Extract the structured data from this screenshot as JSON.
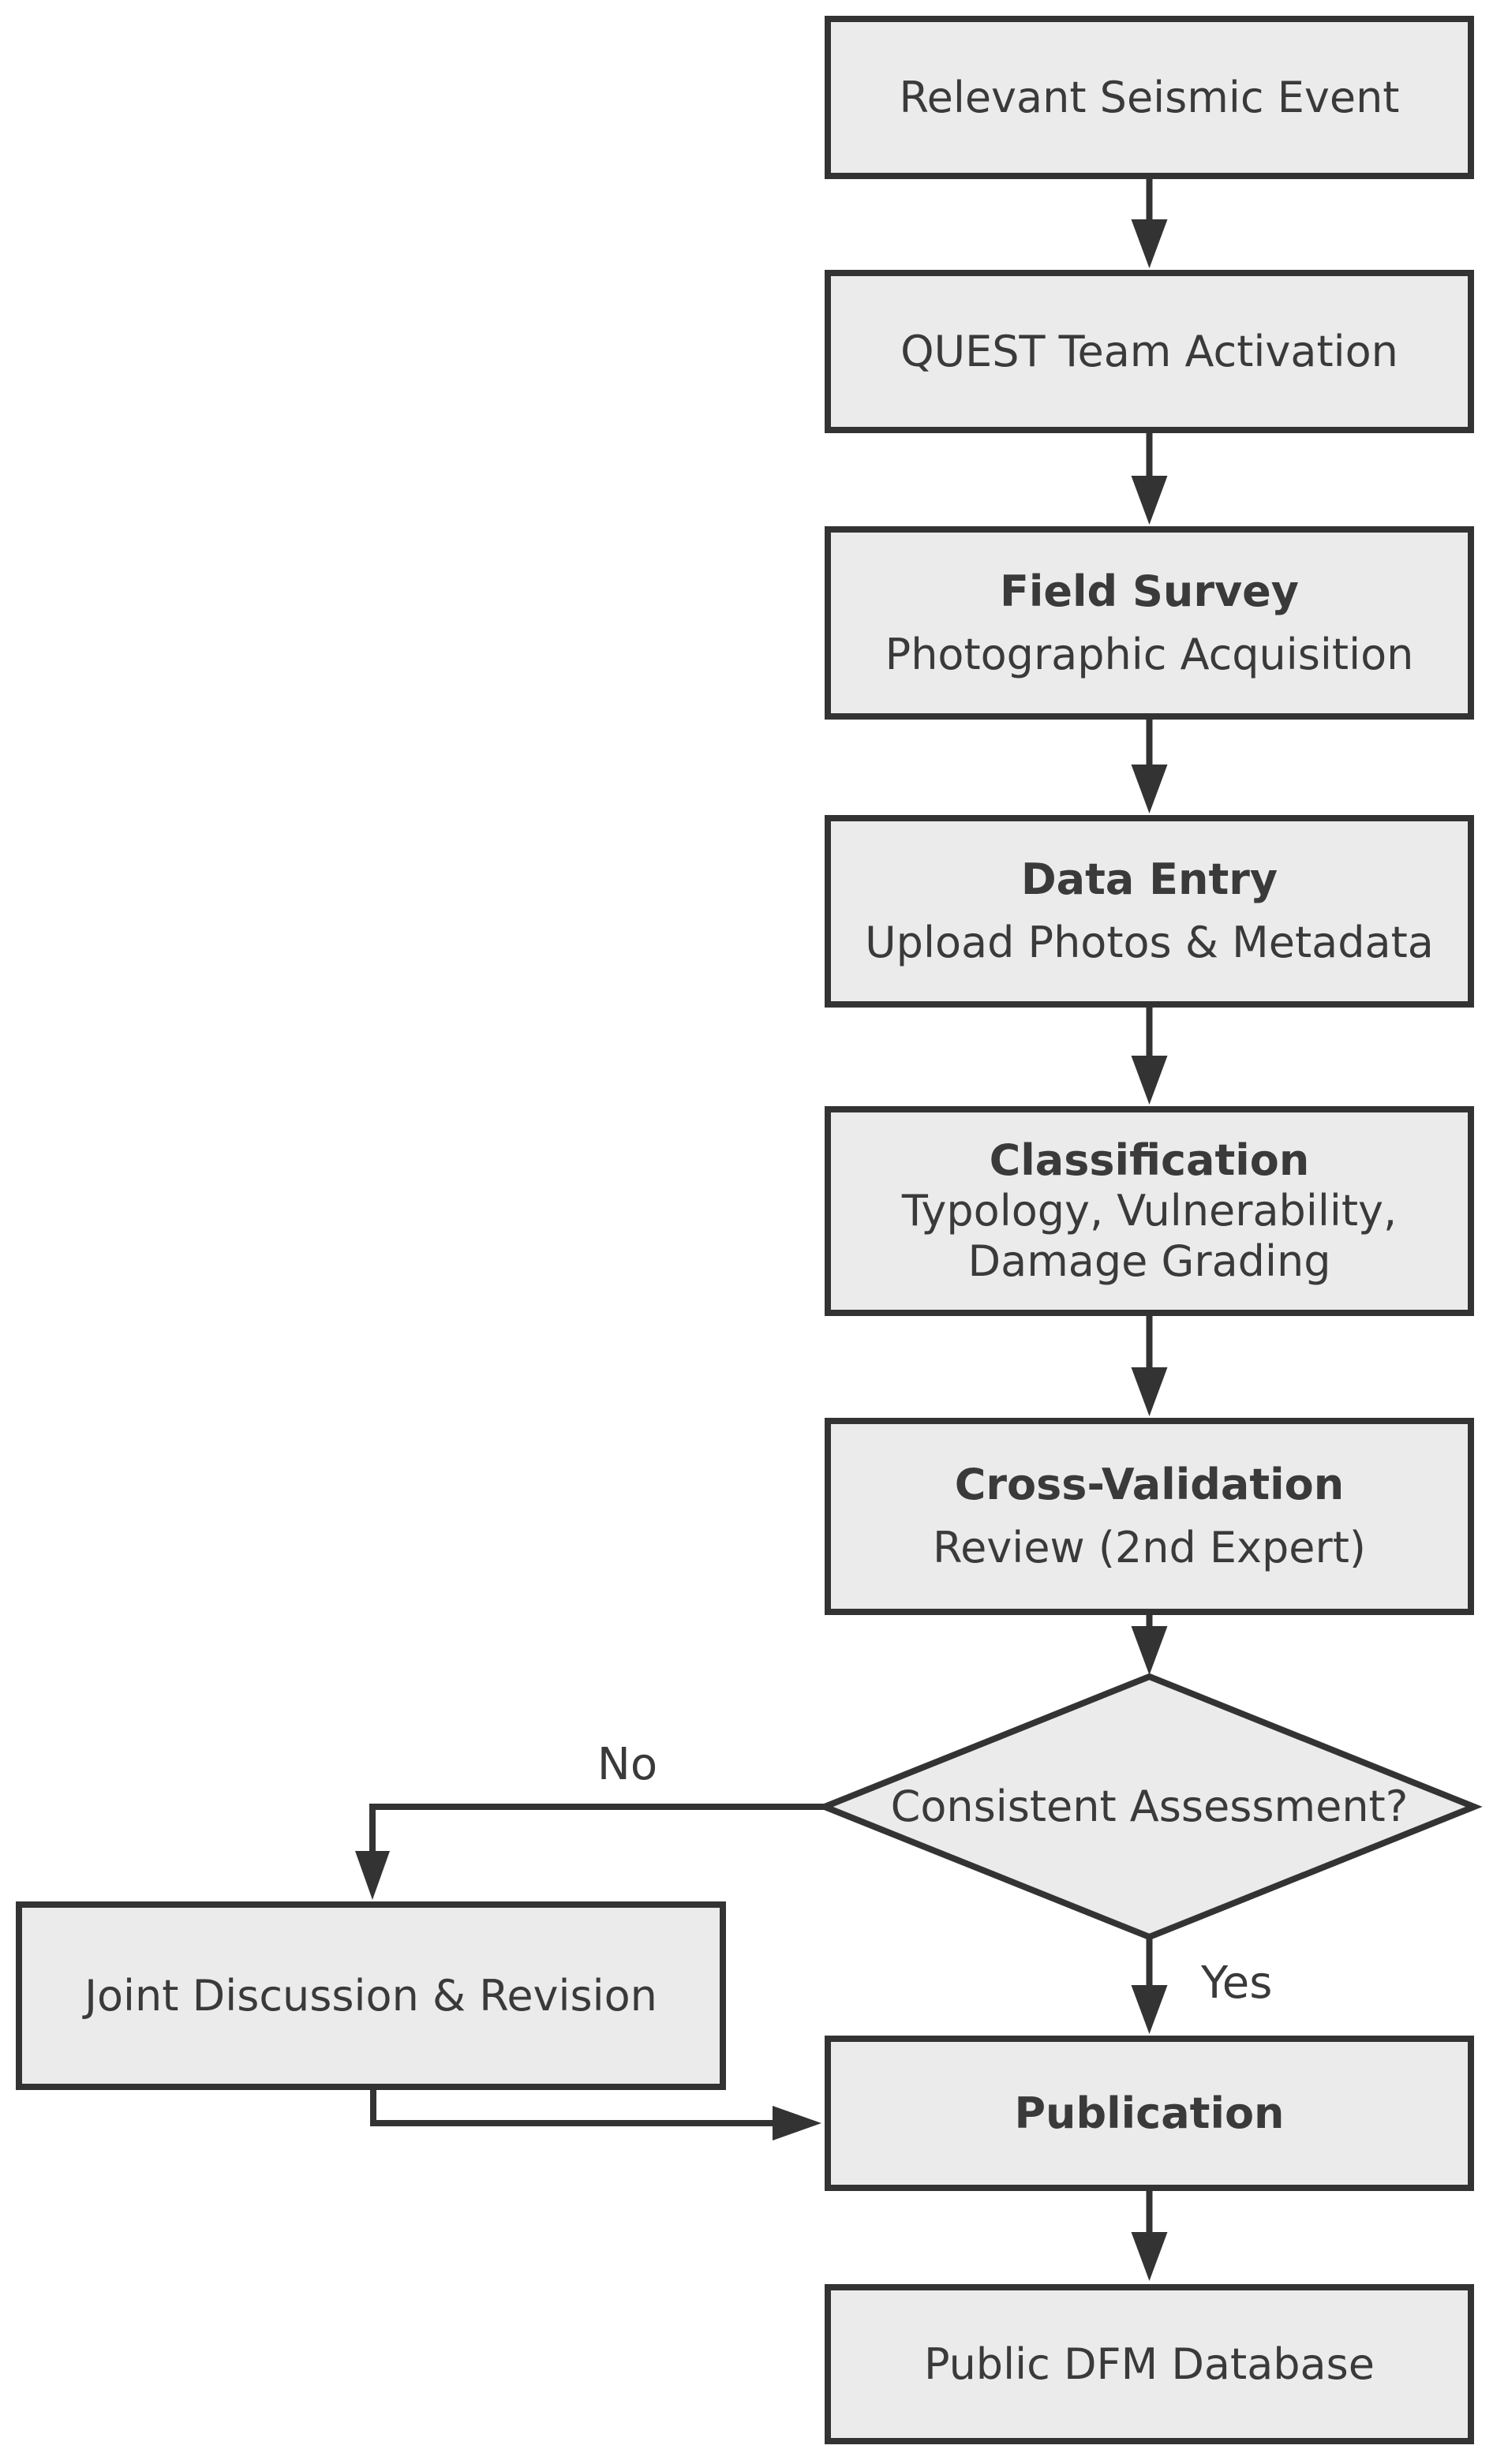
{
  "diagram_type": "flowchart",
  "nodes": {
    "seismic_event": {
      "label": "Relevant Seismic Event"
    },
    "quest_activation": {
      "label": "QUEST Team Activation"
    },
    "field_survey": {
      "title": "Field Survey",
      "subtitle": "Photographic Acquisition"
    },
    "data_entry": {
      "title": "Data Entry",
      "subtitle": "Upload Photos & Metadata"
    },
    "classification": {
      "title": "Classification",
      "subtitle_lines": [
        "Typology, Vulnerability,",
        "Damage Grading"
      ]
    },
    "cross_validation": {
      "title": "Cross-Validation",
      "subtitle": "Review (2nd Expert)"
    },
    "decision": {
      "label": "Consistent Assessment?"
    },
    "joint_discussion": {
      "label": "Joint Discussion & Revision"
    },
    "publication": {
      "title": "Publication"
    },
    "public_dfm_database": {
      "label": "Public DFM Database"
    }
  },
  "edge_labels": {
    "no": "No",
    "yes": "Yes"
  },
  "colors": {
    "background": "#ffffff",
    "node_fill": "#ebebeb",
    "node_border": "#333333",
    "connector": "#333333",
    "text": "#3a3a3a"
  }
}
